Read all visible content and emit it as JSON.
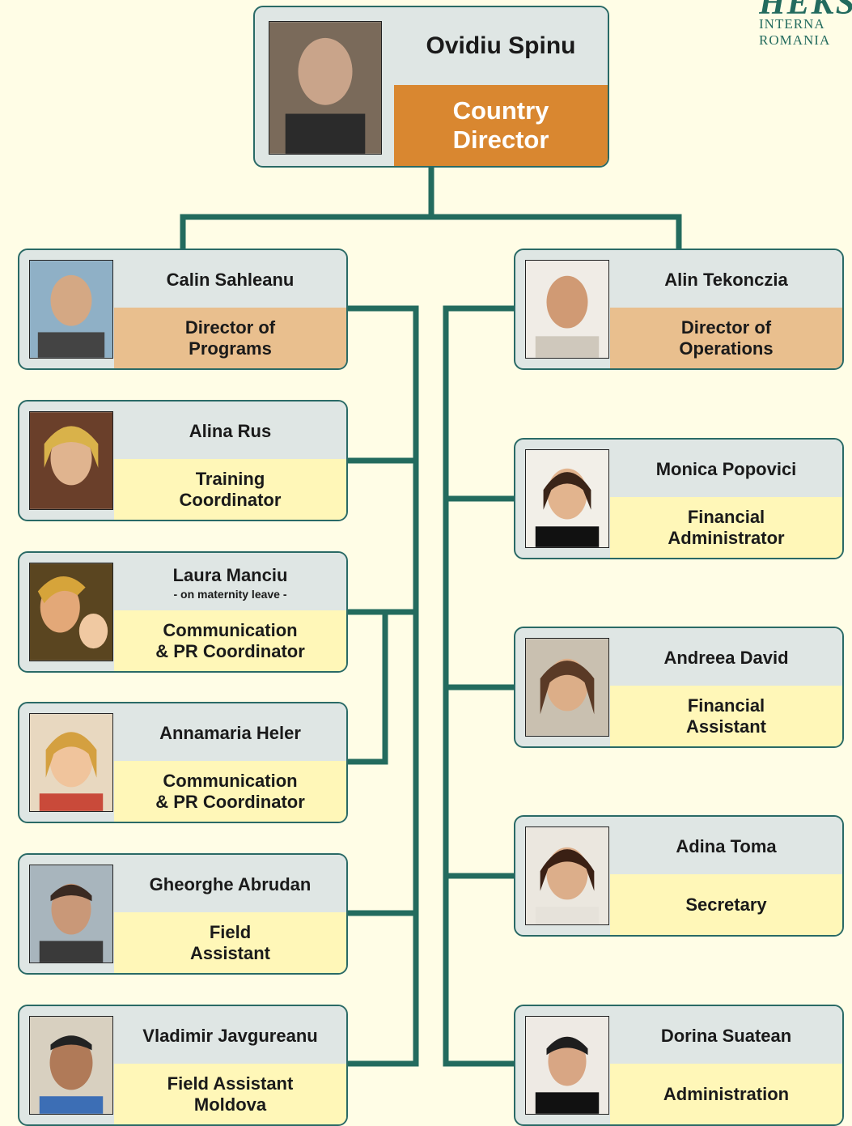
{
  "brand": {
    "top_word": "HEKS",
    "line1": "INTERNA",
    "line2": "ROMANIA"
  },
  "colors": {
    "connector": "#236b5e",
    "name_bg": "#dfe6e4",
    "role_yellow": "#fff7b8",
    "role_tan": "#e9bf8e",
    "role_orange": "#d98730"
  },
  "director": {
    "name": "Ovidiu Spinu",
    "role": "Country\nDirector"
  },
  "left_column": [
    {
      "name": "Calin Sahleanu",
      "role": "Director of\nPrograms"
    },
    {
      "name": "Alina Rus",
      "role": "Training\nCoordinator"
    },
    {
      "name": "Laura Manciu",
      "note": "- on maternity leave -",
      "role": "Communication\n& PR Coordinator"
    },
    {
      "name": "Annamaria Heler",
      "role": "Communication\n& PR Coordinator"
    },
    {
      "name": "Gheorghe Abrudan",
      "role": "Field\nAssistant"
    },
    {
      "name": "Vladimir Javgureanu",
      "role": "Field Assistant\nMoldova"
    }
  ],
  "right_column": [
    {
      "name": "Alin Tekonczia",
      "role": "Director of\nOperations"
    },
    {
      "name": "Monica Popovici",
      "role": "Financial\nAdministrator"
    },
    {
      "name": "Andreea David",
      "role": "Financial\nAssistant"
    },
    {
      "name": "Adina Toma",
      "role": "Secretary"
    },
    {
      "name": "Dorina Suatean",
      "role": "Administration"
    }
  ]
}
